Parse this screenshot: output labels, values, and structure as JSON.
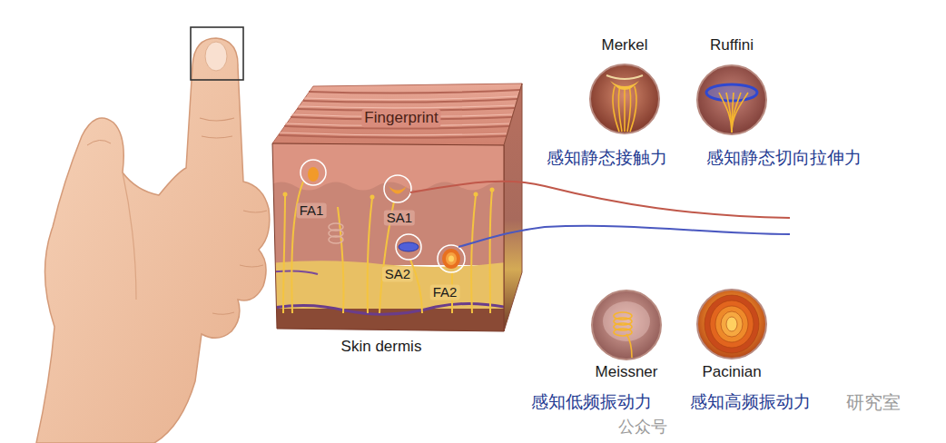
{
  "diagram": {
    "nodes": [
      {
        "text": [
          "Merkel",
          "感知静态接触力"
        ]
      },
      {
        "text": [
          "Ruffini",
          "感知静态切向拉伸力"
        ]
      },
      {
        "text": [
          "Meissner",
          "感知低频振动力"
        ]
      },
      {
        "text": [
          "Pacinian",
          "感知高频振动力"
        ]
      }
    ],
    "labels": [
      "Fingerprint",
      "FA1",
      "SA1",
      "SA2",
      "FA2",
      "Skin dermis",
      "公众号",
      "研究室"
    ]
  }
}
